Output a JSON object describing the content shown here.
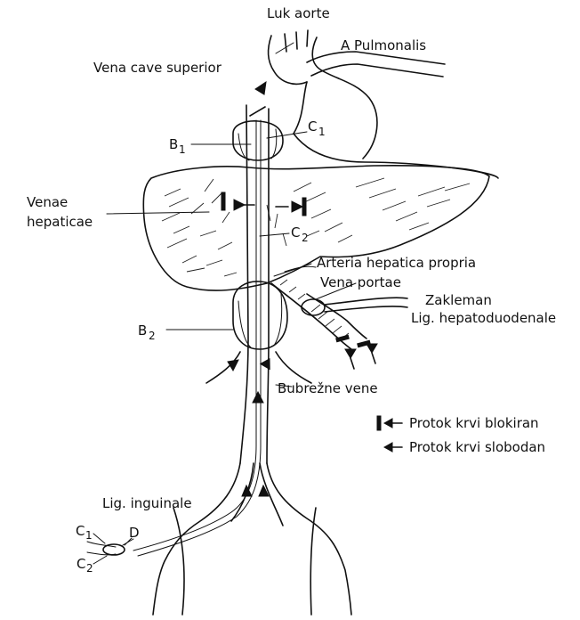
{
  "labels": {
    "luk_aorte": "Luk aorte",
    "a_pulmonalis": "A Pulmonalis",
    "vena_cave_superior": "Vena cave superior",
    "c1_top": "C",
    "c1_top_sub": "1",
    "b1": "B",
    "b1_sub": "1",
    "venae_hepaticae_1": "Venae",
    "venae_hepaticae_2": "hepaticae",
    "c2_mid": "C",
    "c2_mid_sub": "2",
    "arteria_hepatica": "Arteria hepatica propria",
    "vena_portae": "Vena portae",
    "zakleman": "Zakleman",
    "lig_hepatoduodenale": "Lig. hepatoduodenale",
    "b2": "B",
    "b2_sub": "2",
    "bubrezne_vene": "Bubrežne vene",
    "lig_inguinale": "Lig. inguinale",
    "c1_bottom": "C",
    "c1_bottom_sub": "1",
    "c2_bottom": "C",
    "c2_bottom_sub": "2",
    "d": "D"
  },
  "legend": {
    "blocked": "Protok krvi blokiran",
    "free": "Protok krvi slobodan"
  }
}
